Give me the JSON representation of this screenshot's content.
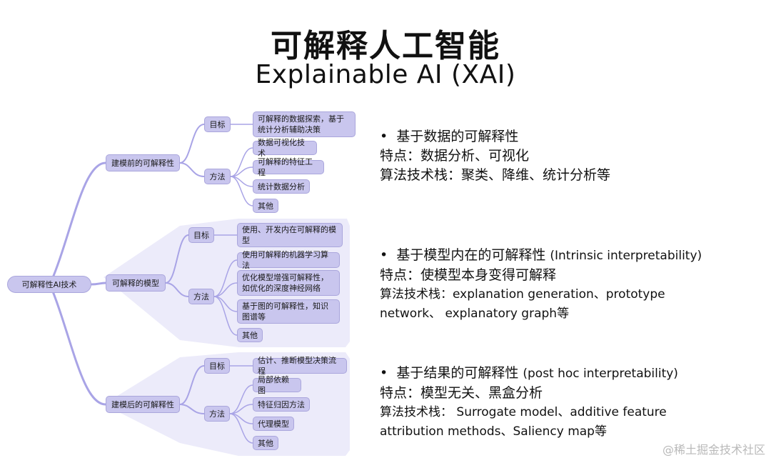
{
  "title": {
    "zh": "可解释人工智能",
    "en": "Explainable AI (XAI)"
  },
  "mindmap": {
    "root": "可解释性AI技术",
    "branches": [
      {
        "label": "建模前的可解释性",
        "goal_label": "目标",
        "goal": "可解释的数据探索，基于统计分析辅助决策",
        "method_label": "方法",
        "methods": [
          "数据可视化技术",
          "可解释的特征工程",
          "统计数据分析",
          "其他"
        ]
      },
      {
        "label": "可解释的模型",
        "goal_label": "目标",
        "goal": "使用、开发内在可解释的模型",
        "method_label": "方法",
        "methods": [
          "使用可解释的机器学习算法",
          "优化模型增强可解释性，如优化的深度神经网络",
          "基于图的可解释性，知识图谱等",
          "其他"
        ]
      },
      {
        "label": "建模后的可解释性",
        "goal_label": "目标",
        "goal": "估计、推断模型决策流程",
        "method_label": "方法",
        "methods": [
          "局部依赖图",
          "特征归因方法",
          "代理模型",
          "其他"
        ]
      }
    ]
  },
  "notes": [
    {
      "bullet": "•",
      "heading": "基于数据的可解释性",
      "heading_en": "",
      "feature": "特点：数据分析、可视化",
      "stack": "算法技术栈：聚类、降维、统计分析等",
      "stack_cont": ""
    },
    {
      "bullet": "•",
      "heading": "基于模型内在的可解释性",
      "heading_en": "(Intrinsic interpretability)",
      "feature": "特点：使模型本身变得可解释",
      "stack": "算法技术栈：explanation generation、prototype",
      "stack_cont": "network、 explanatory graph等"
    },
    {
      "bullet": "•",
      "heading": "基于结果的可解释性",
      "heading_en": "(post hoc interpretability)",
      "feature": "特点：模型无关、黑盒分析",
      "stack": "算法技术栈： Surrogate model、additive feature",
      "stack_cont": "attribution methods、Saliency map等"
    }
  ],
  "watermark": "@稀土掘金技术社区",
  "colors": {
    "node_fill": "#c9c6ee",
    "node_border": "#aaa6dc",
    "link": "#a9a4e6",
    "group_bg": "#ecebfa"
  }
}
